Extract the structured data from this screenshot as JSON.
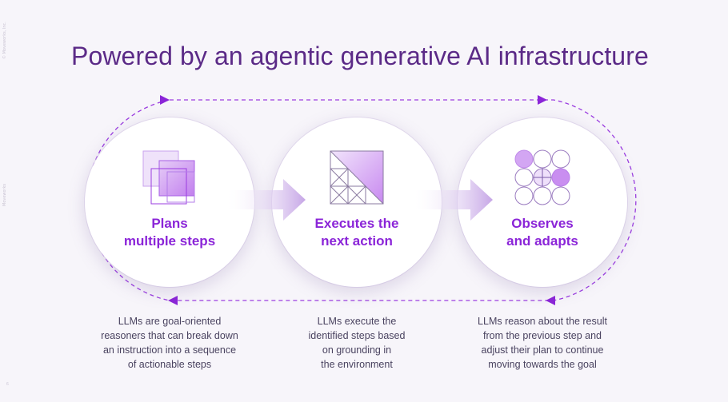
{
  "sidebar": {
    "copyright": "© Moveworks, Inc.",
    "brand": "Moveworks",
    "page_number": "6"
  },
  "title": "Powered by an agentic generative AI infrastructure",
  "colors": {
    "title": "#5b2a87",
    "accent": "#8b25d8",
    "dashed_loop": "#9b3de0",
    "circle_fill": "#ffffff",
    "background": "#f7f5fa"
  },
  "steps": [
    {
      "icon": "overlapping-squares-icon",
      "title_line1": "Plans",
      "title_line2": "multiple steps",
      "description": [
        "LLMs are goal-oriented",
        "reasoners that can break down",
        "an instruction into a sequence",
        "of actionable steps"
      ]
    },
    {
      "icon": "triangle-grid-icon",
      "title_line1": "Executes the",
      "title_line2": "next action",
      "description": [
        "LLMs execute the",
        "identified steps based",
        "on grounding in",
        "the environment"
      ]
    },
    {
      "icon": "circle-grid-icon",
      "title_line1": "Observes",
      "title_line2": "and adapts",
      "description": [
        "LLMs reason about the result",
        "from the previous step and",
        "adjust their plan to continue",
        "moving towards the goal"
      ]
    }
  ]
}
